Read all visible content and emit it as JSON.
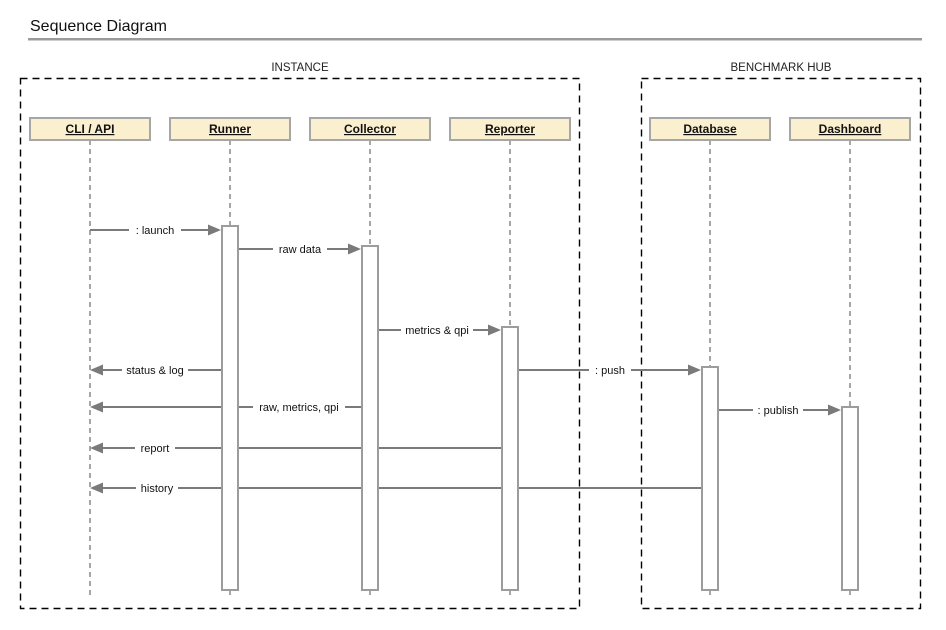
{
  "title": "Sequence Diagram",
  "frames": [
    {
      "label": "INSTANCE"
    },
    {
      "label": "BENCHMARK HUB"
    }
  ],
  "participants": [
    {
      "label": "CLI / API",
      "frame": "INSTANCE"
    },
    {
      "label": "Runner",
      "frame": "INSTANCE"
    },
    {
      "label": "Collector",
      "frame": "INSTANCE"
    },
    {
      "label": "Reporter",
      "frame": "INSTANCE"
    },
    {
      "label": "Database",
      "frame": "BENCHMARK HUB"
    },
    {
      "label": "Dashboard",
      "frame": "BENCHMARK HUB"
    }
  ],
  "messages": [
    {
      "label": ": launch",
      "from": "CLI / API",
      "to": "Runner"
    },
    {
      "label": "raw data",
      "from": "Runner",
      "to": "Collector"
    },
    {
      "label": "metrics & qpi",
      "from": "Collector",
      "to": "Reporter"
    },
    {
      "label": "status & log",
      "from": "Runner",
      "to": "CLI / API"
    },
    {
      "label": ": push",
      "from": "Reporter",
      "to": "Database"
    },
    {
      "label": "raw, metrics, qpi",
      "from": "Collector",
      "to": "CLI / API"
    },
    {
      "label": ": publish",
      "from": "Database",
      "to": "Dashboard"
    },
    {
      "label": "report",
      "from": "Reporter",
      "to": "CLI / API"
    },
    {
      "label": "history",
      "from": "Database",
      "to": "CLI / API"
    }
  ],
  "colors": {
    "participant_fill": "#faf0d0",
    "participant_border": "#a6a6a6",
    "message": "#7a7a7a",
    "lifeline": "#909090",
    "frame_border": "#000000",
    "title_rule": "#9b9b9b"
  }
}
